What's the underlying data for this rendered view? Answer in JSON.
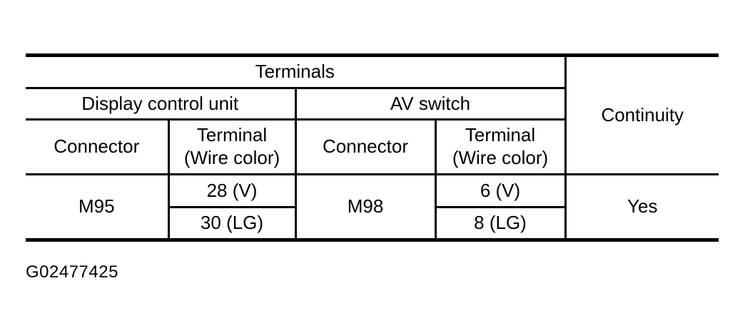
{
  "colors": {
    "background": "#ffffff",
    "text": "#000000",
    "border": "#000000"
  },
  "table": {
    "headers": {
      "terminals": "Terminals",
      "continuity": "Continuity",
      "left_device": "Display control unit",
      "right_device": "AV switch",
      "left_connector": "Connector",
      "left_terminal": "Terminal\n(Wire color)",
      "right_connector": "Connector",
      "right_terminal": "Terminal\n(Wire color)"
    },
    "row": {
      "left_connector": "M95",
      "left_terminals": [
        "28 (V)",
        "30 (LG)"
      ],
      "right_connector": "M98",
      "right_terminals": [
        "6 (V)",
        "8 (LG)"
      ],
      "continuity": "Yes"
    }
  },
  "caption": "G02477425"
}
